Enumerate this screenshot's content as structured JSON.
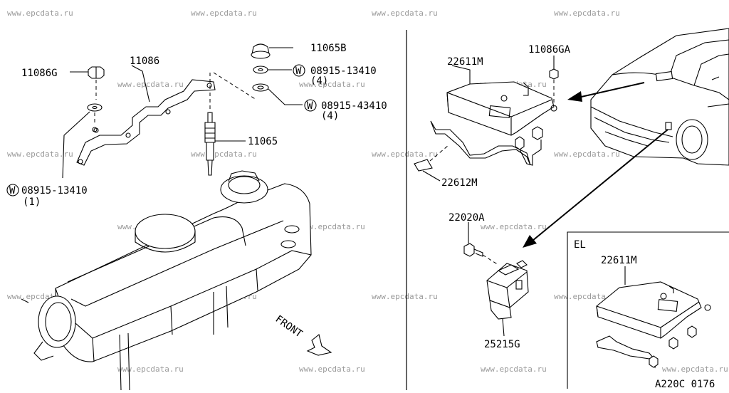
{
  "watermark": "www.epcdata.ru",
  "diagram_code": "A220C 0176",
  "variant_label": "EL",
  "front_label": "FRONT",
  "washer_symbol": "W",
  "parts": {
    "p11065B": "11065B",
    "p08915_13410_top": "08915-13410",
    "p08915_13410_top_qty": "(4)",
    "p08915_43410": "08915-43410",
    "p08915_43410_qty": "(4)",
    "p11086": "11086",
    "p11086G": "11086G",
    "p11065": "11065",
    "p08915_13410_left": "08915-13410",
    "p08915_13410_left_qty": "(1)",
    "p22611M": "22611M",
    "p11086GA": "11086GA",
    "p22612M": "22612M",
    "p22020A": "22020A",
    "p25215G": "25215G",
    "p22611M_el": "22611M"
  }
}
